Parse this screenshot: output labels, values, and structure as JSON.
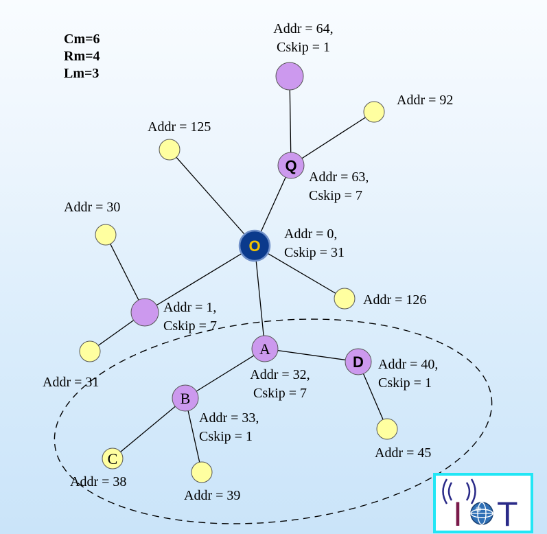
{
  "params": [
    "Cm=6",
    "Rm=4",
    "Lm=3"
  ],
  "nodes": {
    "O": {
      "letter": "O",
      "label": [
        "Addr = 0,",
        "Cskip = 31"
      ]
    },
    "Q": {
      "letter": "Q",
      "label": [
        "Addr = 63,",
        "Cskip = 7"
      ]
    },
    "N64": {
      "letter": "",
      "label": [
        "Addr = 64,",
        "Cskip = 1"
      ]
    },
    "N92": {
      "letter": "",
      "label": [
        "Addr = 92"
      ]
    },
    "N125": {
      "letter": "",
      "label": [
        "Addr = 125"
      ]
    },
    "N30": {
      "letter": "",
      "label": [
        "Addr = 30"
      ]
    },
    "N1": {
      "letter": "",
      "label": [
        "Addr = 1,",
        "Cskip = 7"
      ]
    },
    "N31": {
      "letter": "",
      "label": [
        "Addr = 31"
      ]
    },
    "N126": {
      "letter": "",
      "label": [
        "Addr = 126"
      ]
    },
    "A": {
      "letter": "A",
      "label": [
        "Addr = 32,",
        "Cskip = 7"
      ]
    },
    "D": {
      "letter": "D",
      "label": [
        "Addr = 40,",
        "Cskip = 1"
      ]
    },
    "N45": {
      "letter": "",
      "label": [
        "Addr = 45"
      ]
    },
    "B": {
      "letter": "B",
      "label": [
        "Addr = 33,",
        "Cskip = 1"
      ]
    },
    "C": {
      "letter": "C",
      "label": [
        "Addr = 38"
      ]
    },
    "N39": {
      "letter": "",
      "label": [
        "Addr = 39"
      ]
    }
  },
  "edges": [
    [
      "O",
      "Q"
    ],
    [
      "Q",
      "N64"
    ],
    [
      "Q",
      "N92"
    ],
    [
      "O",
      "N125"
    ],
    [
      "O",
      "N1"
    ],
    [
      "N1",
      "N30"
    ],
    [
      "N1",
      "N31"
    ],
    [
      "O",
      "N126"
    ],
    [
      "O",
      "A"
    ],
    [
      "A",
      "D"
    ],
    [
      "D",
      "N45"
    ],
    [
      "A",
      "B"
    ],
    [
      "B",
      "C"
    ],
    [
      "B",
      "N39"
    ]
  ],
  "colors": {
    "coordinator_fill": "#0b3a8c",
    "coordinator_letter": "#f5c400",
    "router_fill": "#cc99ee",
    "end_device_fill": "#ffffa0",
    "logo_border": "#22e6f5"
  },
  "logo": {
    "letters": [
      "I",
      "T"
    ],
    "icons": [
      "signal-waves-icon",
      "globe-icon"
    ]
  }
}
